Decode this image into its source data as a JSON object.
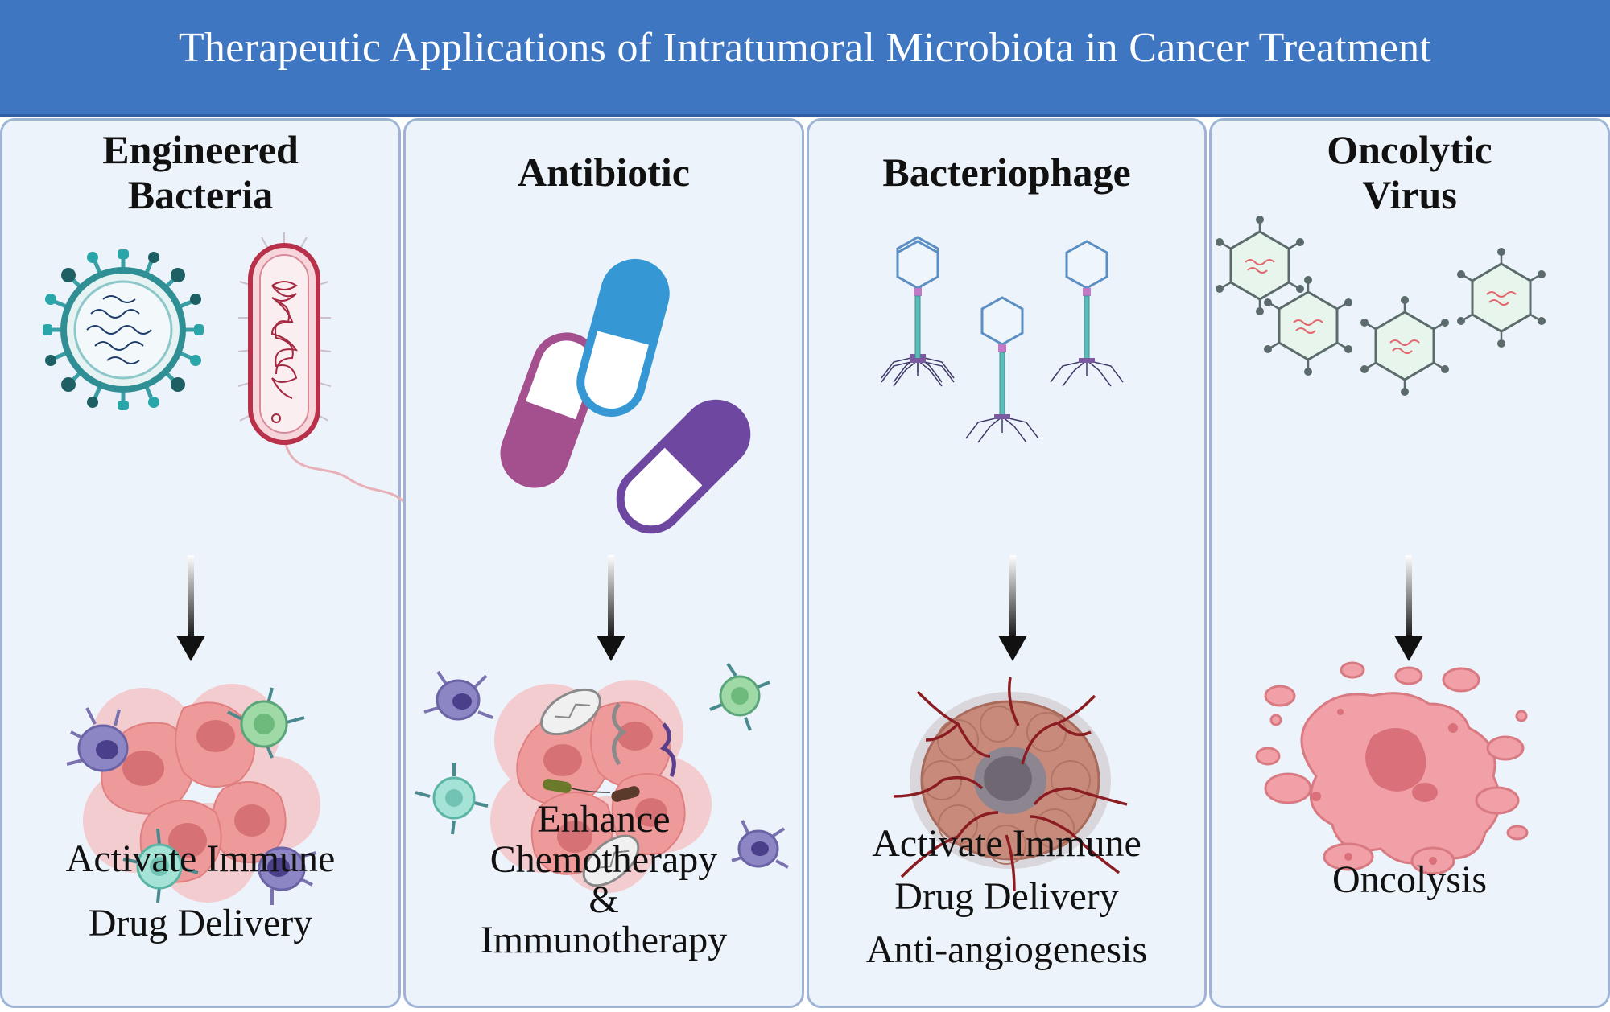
{
  "title": "Therapeutic Applications of Intratumoral Microbiota in Cancer Treatment",
  "panels": [
    {
      "title_lines": [
        "Engineered",
        "Bacteria"
      ],
      "icons": [
        "virus-icon",
        "bacterium-icon"
      ],
      "result_icon": "tumor-with-immune-cells-icon",
      "effects": [
        "Activate Immune",
        "Drug Delivery"
      ]
    },
    {
      "title_lines": [
        "Antibiotic"
      ],
      "icons": [
        "capsule-icon",
        "capsule-icon",
        "capsule-icon"
      ],
      "result_icon": "tumor-with-bacteria-icon",
      "effects": [
        "Enhance",
        "Chemotherapy",
        "&",
        "Immunotherapy"
      ]
    },
    {
      "title_lines": [
        "Bacteriophage"
      ],
      "icons": [
        "bacteriophage-icon",
        "bacteriophage-icon",
        "bacteriophage-icon"
      ],
      "result_icon": "vascularized-tumor-icon",
      "effects": [
        "Activate Immune",
        "Drug Delivery",
        "Anti-angiogenesis"
      ]
    },
    {
      "title_lines": [
        "Oncolytic",
        "Virus"
      ],
      "icons": [
        "virus-particle-icon",
        "virus-particle-icon",
        "virus-particle-icon"
      ],
      "result_icon": "lysed-tumor-cell-icon",
      "effects": [
        "Oncolysis"
      ]
    }
  ],
  "colors": {
    "header": "#3e76c2",
    "panel_bg": "#edf3fa",
    "panel_border": "#9fb4d4",
    "tumor": "#ef9a9a",
    "capsule_magenta": "#a4508e",
    "capsule_blue": "#3598d4",
    "capsule_purple": "#6e48a0"
  }
}
